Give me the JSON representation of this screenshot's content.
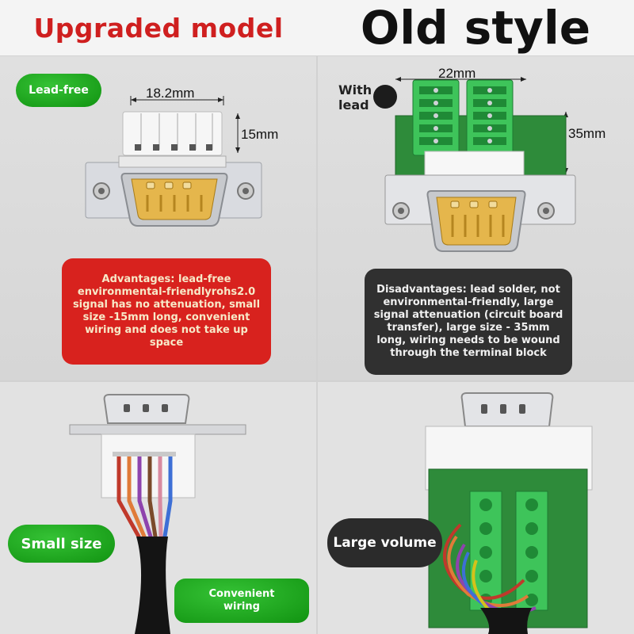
{
  "header": {
    "left_title": "Upgraded model",
    "right_title": "Old style"
  },
  "upgraded": {
    "badge": "Lead-free",
    "width_dim": "18.2mm",
    "length_dim": "15mm",
    "advantages": "Advantages: lead-free environmental-friendlyrohs2.0 signal has no attenuation, small size -15mm long, convenient wiring and does not take up space",
    "size_badge": "Small size",
    "wiring_badge": "Convenient wiring"
  },
  "old": {
    "lead_label": "With lead",
    "width_dim": "22mm",
    "length_dim": "35mm",
    "disadvantages": "Disadvantages: lead solder, not environmental-friendly, large signal attenuation (circuit board transfer), large size - 35mm long, wiring needs to be wound through the terminal block",
    "volume_badge": "Large volume"
  },
  "colors": {
    "title_red": "#cf1f1f",
    "badge_green": "#1a9e1a",
    "box_red": "#d8221e",
    "box_dark": "#303030",
    "pcb_green": "#2e8b3a",
    "terminal_green": "#3ec45a"
  }
}
